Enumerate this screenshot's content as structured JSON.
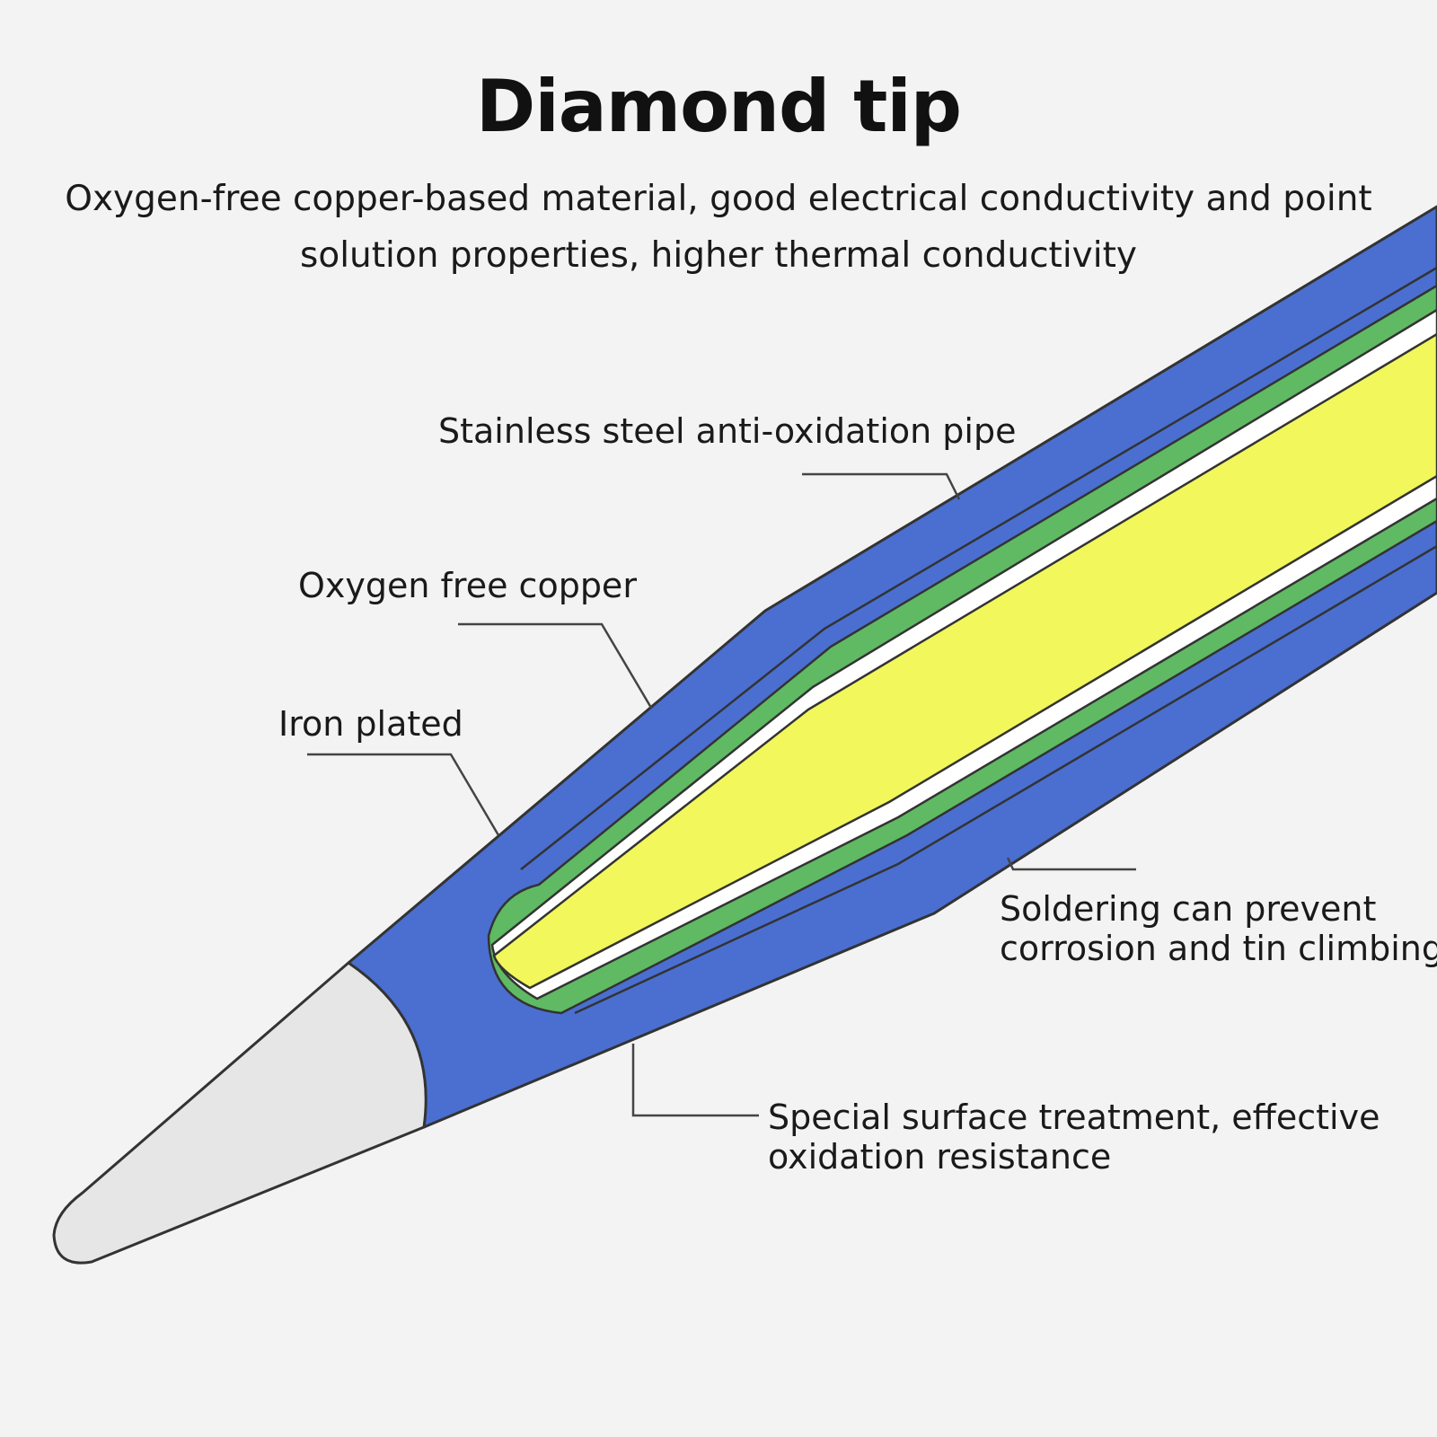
{
  "title": "Diamond tip",
  "subtitle": "Oxygen-free copper-based material, good electrical conductivity and point solution properties, higher thermal conductivity",
  "labels": {
    "stainless_pipe": "Stainless steel anti-oxidation pipe",
    "oxygen_free_copper": "Oxygen free copper",
    "iron_plated": "Iron plated",
    "soldering": [
      "Soldering can prevent",
      "corrosion and tin climbing"
    ],
    "surface_treatment": [
      "Special surface treatment, effective",
      "oxidation resistance"
    ]
  },
  "colors": {
    "background": "#f3f3f3",
    "blue": "#4a6fd1",
    "green": "#5fba63",
    "yellow": "#f2f75b",
    "white": "#ffffff",
    "tip": "#e6e6e6",
    "outline": "#333333"
  }
}
